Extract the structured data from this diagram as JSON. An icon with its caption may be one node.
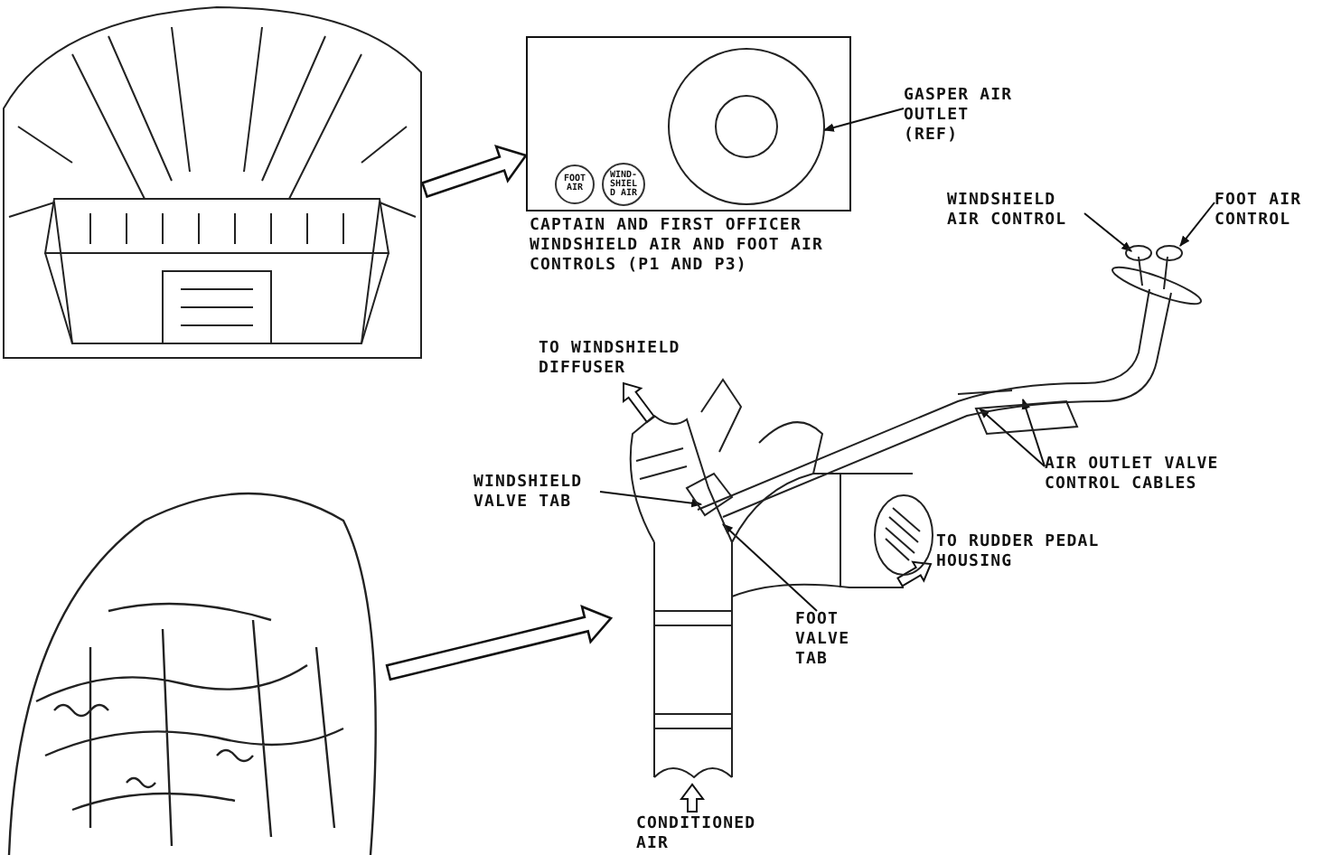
{
  "diagram": {
    "nodes": [
      {
        "text": [],
        "shape": "picture"
      },
      {
        "text": [
          "CAPTAIN AND FIRST OFFICER WINDSHIELD AIR AND FOOT AIR CONTROLS (P1 AND P3)"
        ]
      },
      {
        "text": [
          "FOOT AIR"
        ],
        "in": 1
      },
      {
        "text": [
          "WIND- SHIELD AIR"
        ],
        "in": 1
      },
      {
        "text": [],
        "shape": "circle",
        "in": 1
      },
      {
        "text": [
          "GASPER AIR OUTLET (REF)"
        ]
      },
      {
        "text": [],
        "shape": "picture"
      },
      {
        "text": [],
        "shape": "picture"
      },
      {
        "text": [
          "WINDSHIELD AIR CONTROL"
        ]
      },
      {
        "text": [
          "FOOT AIR CONTROL"
        ]
      },
      {
        "text": [
          "AIR OUTLET VALVE CONTROL CABLES"
        ],
        "in": 7
      },
      {
        "text": [
          "WINDSHIELD VALVE TAB"
        ]
      },
      {
        "text": [
          "FOOT VALVE TAB"
        ],
        "in": 7
      }
    ],
    "edges": [
      {
        "from": 0,
        "to": 1,
        "arrow": "to",
        "style": "thick"
      },
      {
        "from": 5,
        "to": 4,
        "arrow": "to"
      },
      {
        "from": 6,
        "to": 7,
        "arrow": "to",
        "style": "thick"
      },
      {
        "from": 8,
        "to": 7,
        "arrow": "to"
      },
      {
        "from": 9,
        "to": 7,
        "arrow": "to"
      },
      {
        "from": 10,
        "to": 7,
        "arrow": "to"
      },
      {
        "from": 10,
        "to": 7,
        "arrow": "to"
      },
      {
        "from": 11,
        "to": 7,
        "arrow": "to"
      },
      {
        "from": 12,
        "to": 7,
        "arrow": "to"
      }
    ],
    "labels": [
      "TO WINDSHIELD DIFFUSER",
      "TO RUDDER PEDAL HOUSING",
      "CONDITIONED AIR"
    ]
  }
}
